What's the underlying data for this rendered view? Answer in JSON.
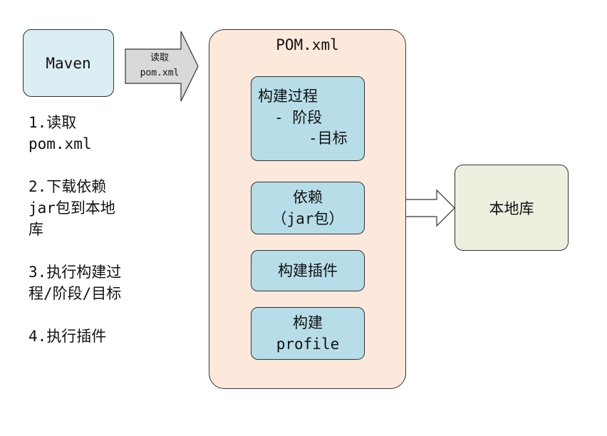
{
  "maven": {
    "label": "Maven"
  },
  "read_arrow": {
    "lines": [
      "读取",
      "pom.xml"
    ]
  },
  "pom": {
    "title": "POM.xml",
    "lifecycle_lines": [
      "构建过程",
      "- 阶段",
      "-目标"
    ],
    "dependency_lines": [
      "依赖",
      "（jar包）"
    ],
    "plugins": "构建插件",
    "profile_lines": [
      "构建",
      "profile"
    ]
  },
  "local_repo": {
    "label": "本地库"
  },
  "steps": [
    {
      "lines": [
        "1.读取",
        "pom.xml"
      ]
    },
    {
      "lines": [
        "2.下载依赖",
        "jar包到本地",
        "库"
      ]
    },
    {
      "lines": [
        "3.执行构建过",
        "程/阶段/目标"
      ]
    },
    {
      "lines": [
        "4.执行插件"
      ]
    }
  ],
  "colors": {
    "maven_fill": "#daeef3",
    "pom_fill": "#fce9dc",
    "inner_fill": "#b7dde8",
    "local_fill": "#ebf1de",
    "read_arrow_fill": "#d9d9d9",
    "dep_arrow_fill": "#ffffff"
  }
}
